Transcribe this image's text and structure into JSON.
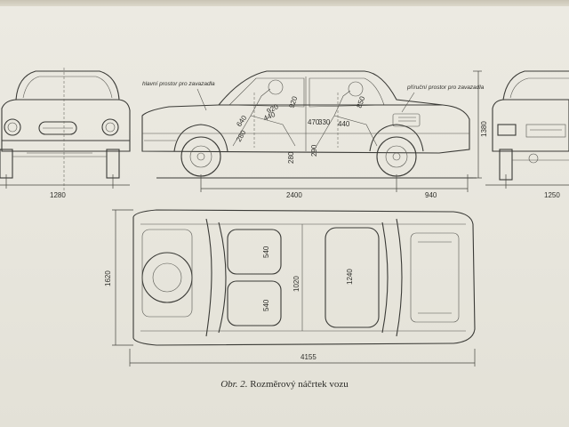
{
  "labels": {
    "main_trunk": "hlavní prostor pro zavazadla",
    "aux_trunk": "příruční prostor pro zavazadla"
  },
  "dimensions": {
    "front_track": "1280",
    "wheelbase": "2400",
    "rear_overhang": "940",
    "rear_track": "1250",
    "height": "1380",
    "width": "1620",
    "length": "4155",
    "top_seat_front": "540",
    "top_seat_rear": "540",
    "top_seat_width": "1240",
    "top_center": "1020",
    "side_front_head": "920",
    "side_rear_head": "850",
    "side_seat_a": "640",
    "side_seat_b": "440",
    "side_seat_c": "470",
    "side_seat_d": "330",
    "side_floor_a": "280",
    "side_floor_b": "290",
    "side_small_a": "280",
    "side_small_b": "920",
    "side_rear_440": "440"
  },
  "caption": {
    "label": "Obr. 2.",
    "text": "Rozměrový náčrtek vozu"
  }
}
